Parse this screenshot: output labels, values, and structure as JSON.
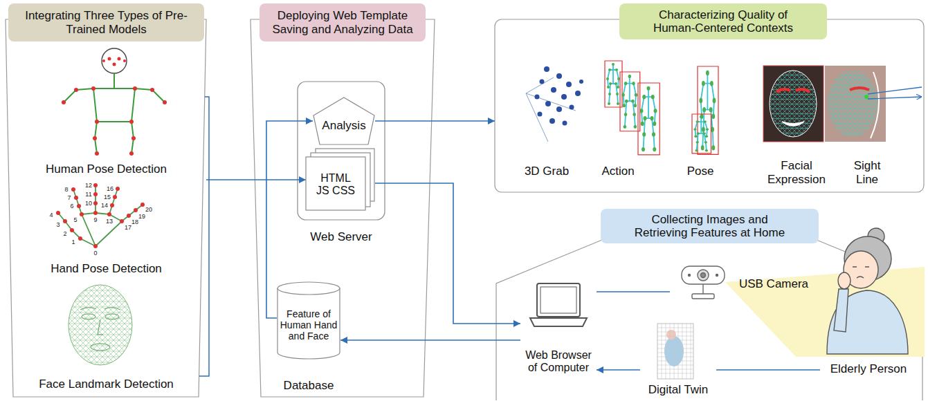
{
  "diagram": {
    "nodes": [
      {
        "text": [
          "Integrating Three Types of Pre-Trained Models"
        ]
      },
      {
        "text": [
          "Human Pose Detection"
        ],
        "in": 0
      },
      {
        "text": [
          "Hand Pose Detection"
        ],
        "in": 0
      },
      {
        "text": [
          "Face Landmark Detection"
        ],
        "in": 0
      },
      {
        "text": [
          "Deploying Web Template Saving and Analyzing Data"
        ]
      },
      {
        "text": [
          "Web Server"
        ],
        "in": 4
      },
      {
        "text": [
          "Analysis"
        ],
        "in": 5
      },
      {
        "text": [
          "HTML JS CSS"
        ],
        "in": 5
      },
      {
        "text": [
          "Feature of Human Hand and Face",
          "Database"
        ],
        "in": 4
      },
      {
        "text": [
          "Characterizing Quality of Human-Centered Contexts"
        ]
      },
      {
        "text": [
          "Collecting Images and Retrieving Features at Home"
        ]
      },
      {
        "text": [
          "Web Browser of Computer"
        ],
        "in": 10
      },
      {
        "text": [
          "USB Camera"
        ],
        "in": 10
      },
      {
        "text": [
          "Elderly Person"
        ],
        "in": 10
      },
      {
        "text": [
          "Digital Twin"
        ],
        "in": 10
      }
    ],
    "edges": [
      {
        "from": 0,
        "to": 7,
        "arrow": "to"
      },
      {
        "from": 8,
        "to": 6,
        "arrow": "to"
      },
      {
        "from": 6,
        "to": 9,
        "arrow": "to"
      },
      {
        "from": 7,
        "to": 11,
        "arrow": "to"
      },
      {
        "from": 11,
        "to": 8,
        "arrow": "to"
      },
      {
        "from": 11,
        "to": 12,
        "arrow": "none"
      },
      {
        "from": 14,
        "to": 11,
        "arrow": "to"
      },
      {
        "from": 13,
        "to": 14,
        "arrow": "none"
      }
    ],
    "labels": [
      "3D Grab",
      "Action",
      "Pose",
      "Facial Expression",
      "Sight Line",
      "0",
      "1",
      "2",
      "3",
      "4",
      "5",
      "6",
      "7",
      "8",
      "9",
      "10",
      "11",
      "12",
      "13",
      "14",
      "15",
      "16",
      "17",
      "18",
      "19",
      "20"
    ]
  }
}
